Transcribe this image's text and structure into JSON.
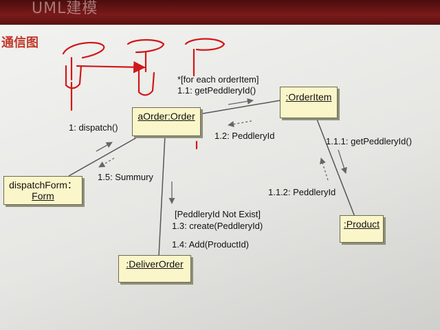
{
  "header": {
    "title_partial": "UML建模"
  },
  "heading": "通信图",
  "objects": {
    "aorder": "aOrder:Order",
    "orderitem": ":OrderItem",
    "dispatchform_line1": "dispatchForm：",
    "dispatchform_line2": "Form",
    "product": ":Product",
    "deliverorder": ":DeliverOrder"
  },
  "messages": {
    "m1_guard": "*[for each orderItem]",
    "m1_1": "1.1: getPeddleryId()",
    "m1_2": "1.2: PeddleryId",
    "m1": "1: dispatch()",
    "m1_5": "1.5: Summury",
    "m1_1_1": "1.1.1: getPeddleryId()",
    "m1_1_2": "1.1.2: PeddleryId",
    "m1_3_guard": "[PeddleryId Not Exist]",
    "m1_3": "1.3: create(PeddleryId)",
    "m1_4": "1.4: Add(ProductId)"
  },
  "colors": {
    "ink_red": "#d01818",
    "box_fill": "#fbf6c9",
    "line": "#555555",
    "heading": "#c0392b"
  }
}
